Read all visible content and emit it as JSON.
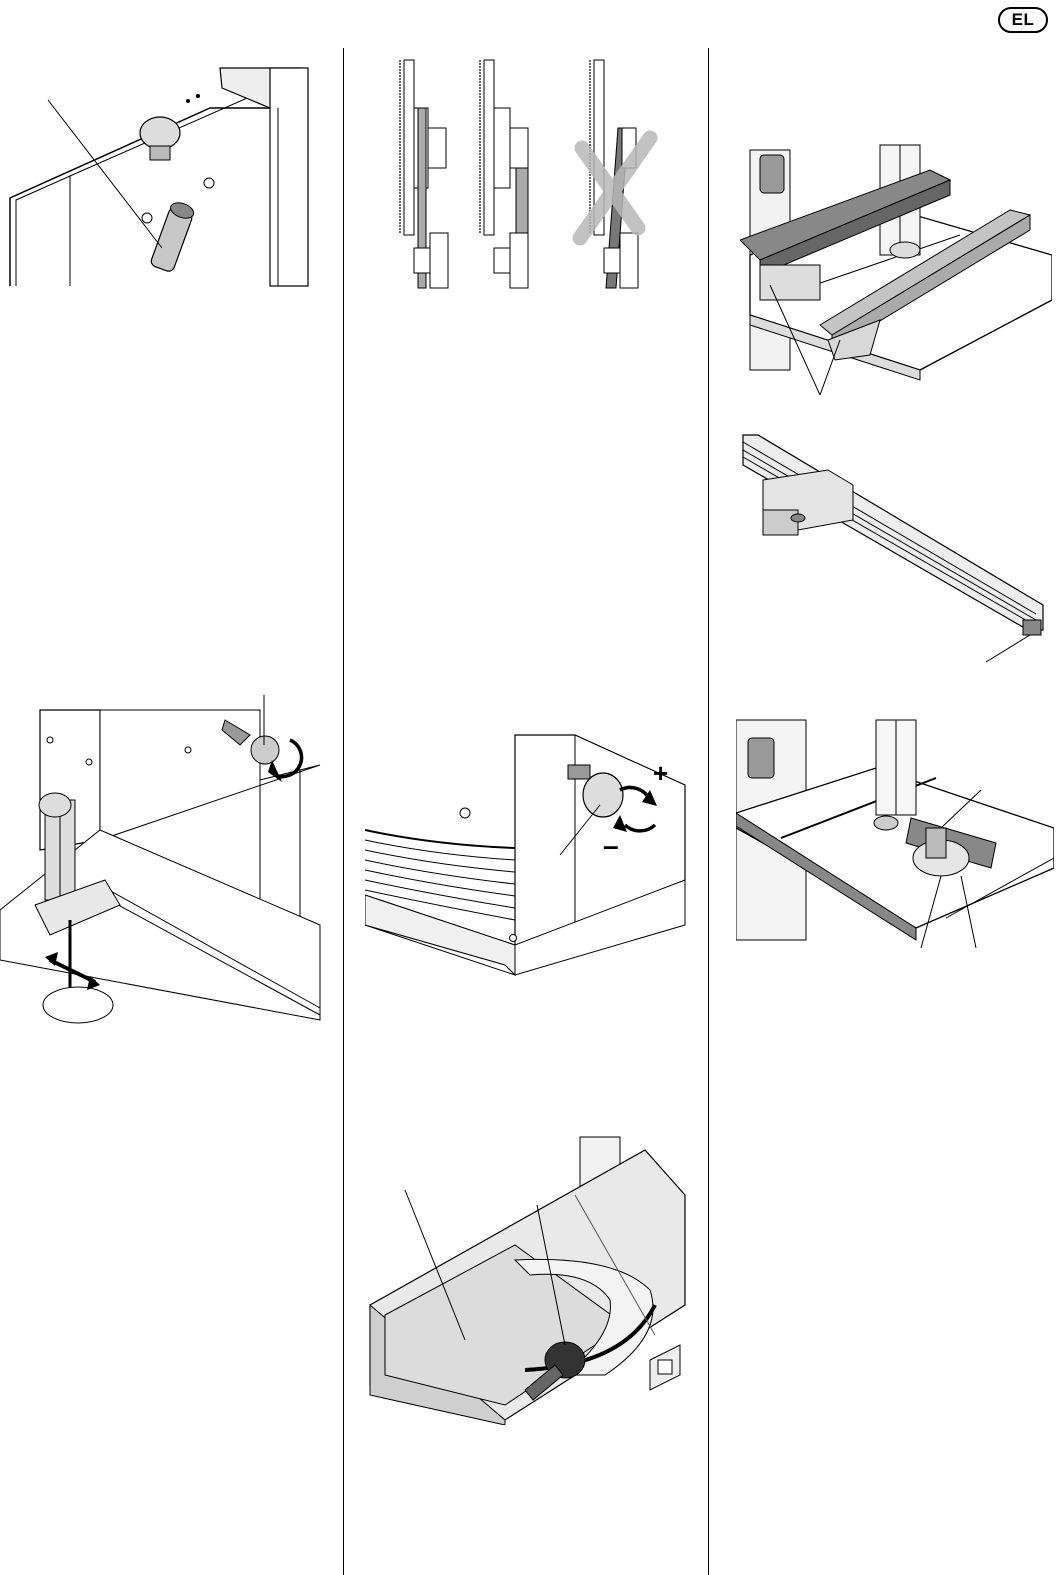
{
  "header": {
    "language_code": "EL"
  },
  "figures": [
    {
      "id": "fig-top-view-lever"
    },
    {
      "id": "fig-blade-tracking-sequence"
    },
    {
      "id": "fig-rip-fence-on-table"
    },
    {
      "id": "fig-rip-fence-profile"
    },
    {
      "id": "fig-blade-guide-height"
    },
    {
      "id": "fig-tension-knob"
    },
    {
      "id": "fig-mitre-gauge-on-table"
    },
    {
      "id": "fig-table-tilt-clamp"
    }
  ],
  "symbols": {
    "plus": "+",
    "minus": "–"
  },
  "colors": {
    "line": "#000000",
    "shade_dark": "#555555",
    "shade_mid": "#9a9a9a",
    "shade_light": "#d2d2d2",
    "shade_pale": "#ececec"
  }
}
